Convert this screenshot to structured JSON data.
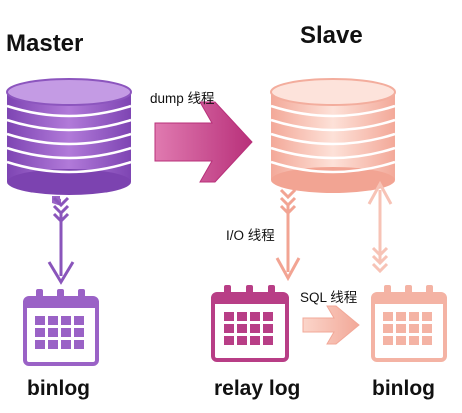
{
  "labels": {
    "master": "Master",
    "slave": "Slave",
    "dump_thread": "dump 线程",
    "io_thread": "I/O 线程",
    "sql_thread": "SQL 线程",
    "master_binlog": "binlog",
    "relay_log": "relay log",
    "slave_binlog": "binlog"
  },
  "colors": {
    "master_purple": "#9a62c6",
    "arrow_magenta": "#c43f86",
    "relay_magenta": "#b83e86",
    "slave_peach": "#f4b3a4",
    "slave_light": "#fbd9cf"
  },
  "icons": {
    "database": "stacked-database-disks",
    "log": "calendar-grid"
  }
}
